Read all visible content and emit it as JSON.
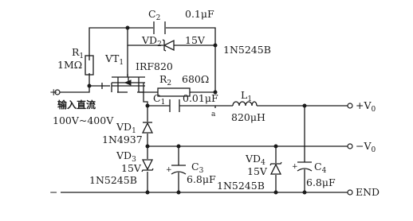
{
  "components": {
    "c2": {
      "ref": "C",
      "sub": "2",
      "value": "0.1μF"
    },
    "vd2": {
      "ref": "VD",
      "sub": "2",
      "value": "15V",
      "part": "1N5245B"
    },
    "r1": {
      "ref": "R",
      "sub": "1",
      "value": "1MΩ"
    },
    "vt1": {
      "ref": "VT",
      "sub": "1",
      "part": "IRF820"
    },
    "r2": {
      "ref": "R",
      "sub": "2",
      "value": "680Ω"
    },
    "c1": {
      "ref": "C",
      "sub": "1",
      "value": "0.01μF"
    },
    "l1": {
      "ref": "L",
      "sub": "1",
      "value": "820μH"
    },
    "vd1": {
      "ref": "VD",
      "sub": "1",
      "part": "1N4937"
    },
    "vd3": {
      "ref": "VD",
      "sub": "3",
      "value": "15V",
      "part": "1N5245B"
    },
    "c3": {
      "ref": "C",
      "sub": "3",
      "value": "6.8μF"
    },
    "vd4": {
      "ref": "VD",
      "sub": "4",
      "value": "15V",
      "part": "1N5245B"
    },
    "c4": {
      "ref": "C",
      "sub": "4",
      "value": "6.8μF"
    }
  },
  "terminals": {
    "input_plus": "+",
    "input_minus": "−",
    "input_label": "输入直流",
    "input_range": "100V~400V",
    "out_pos": "+V",
    "out_neg": "−V",
    "out_sub": "0",
    "gnd": "END",
    "node_a": "a"
  }
}
